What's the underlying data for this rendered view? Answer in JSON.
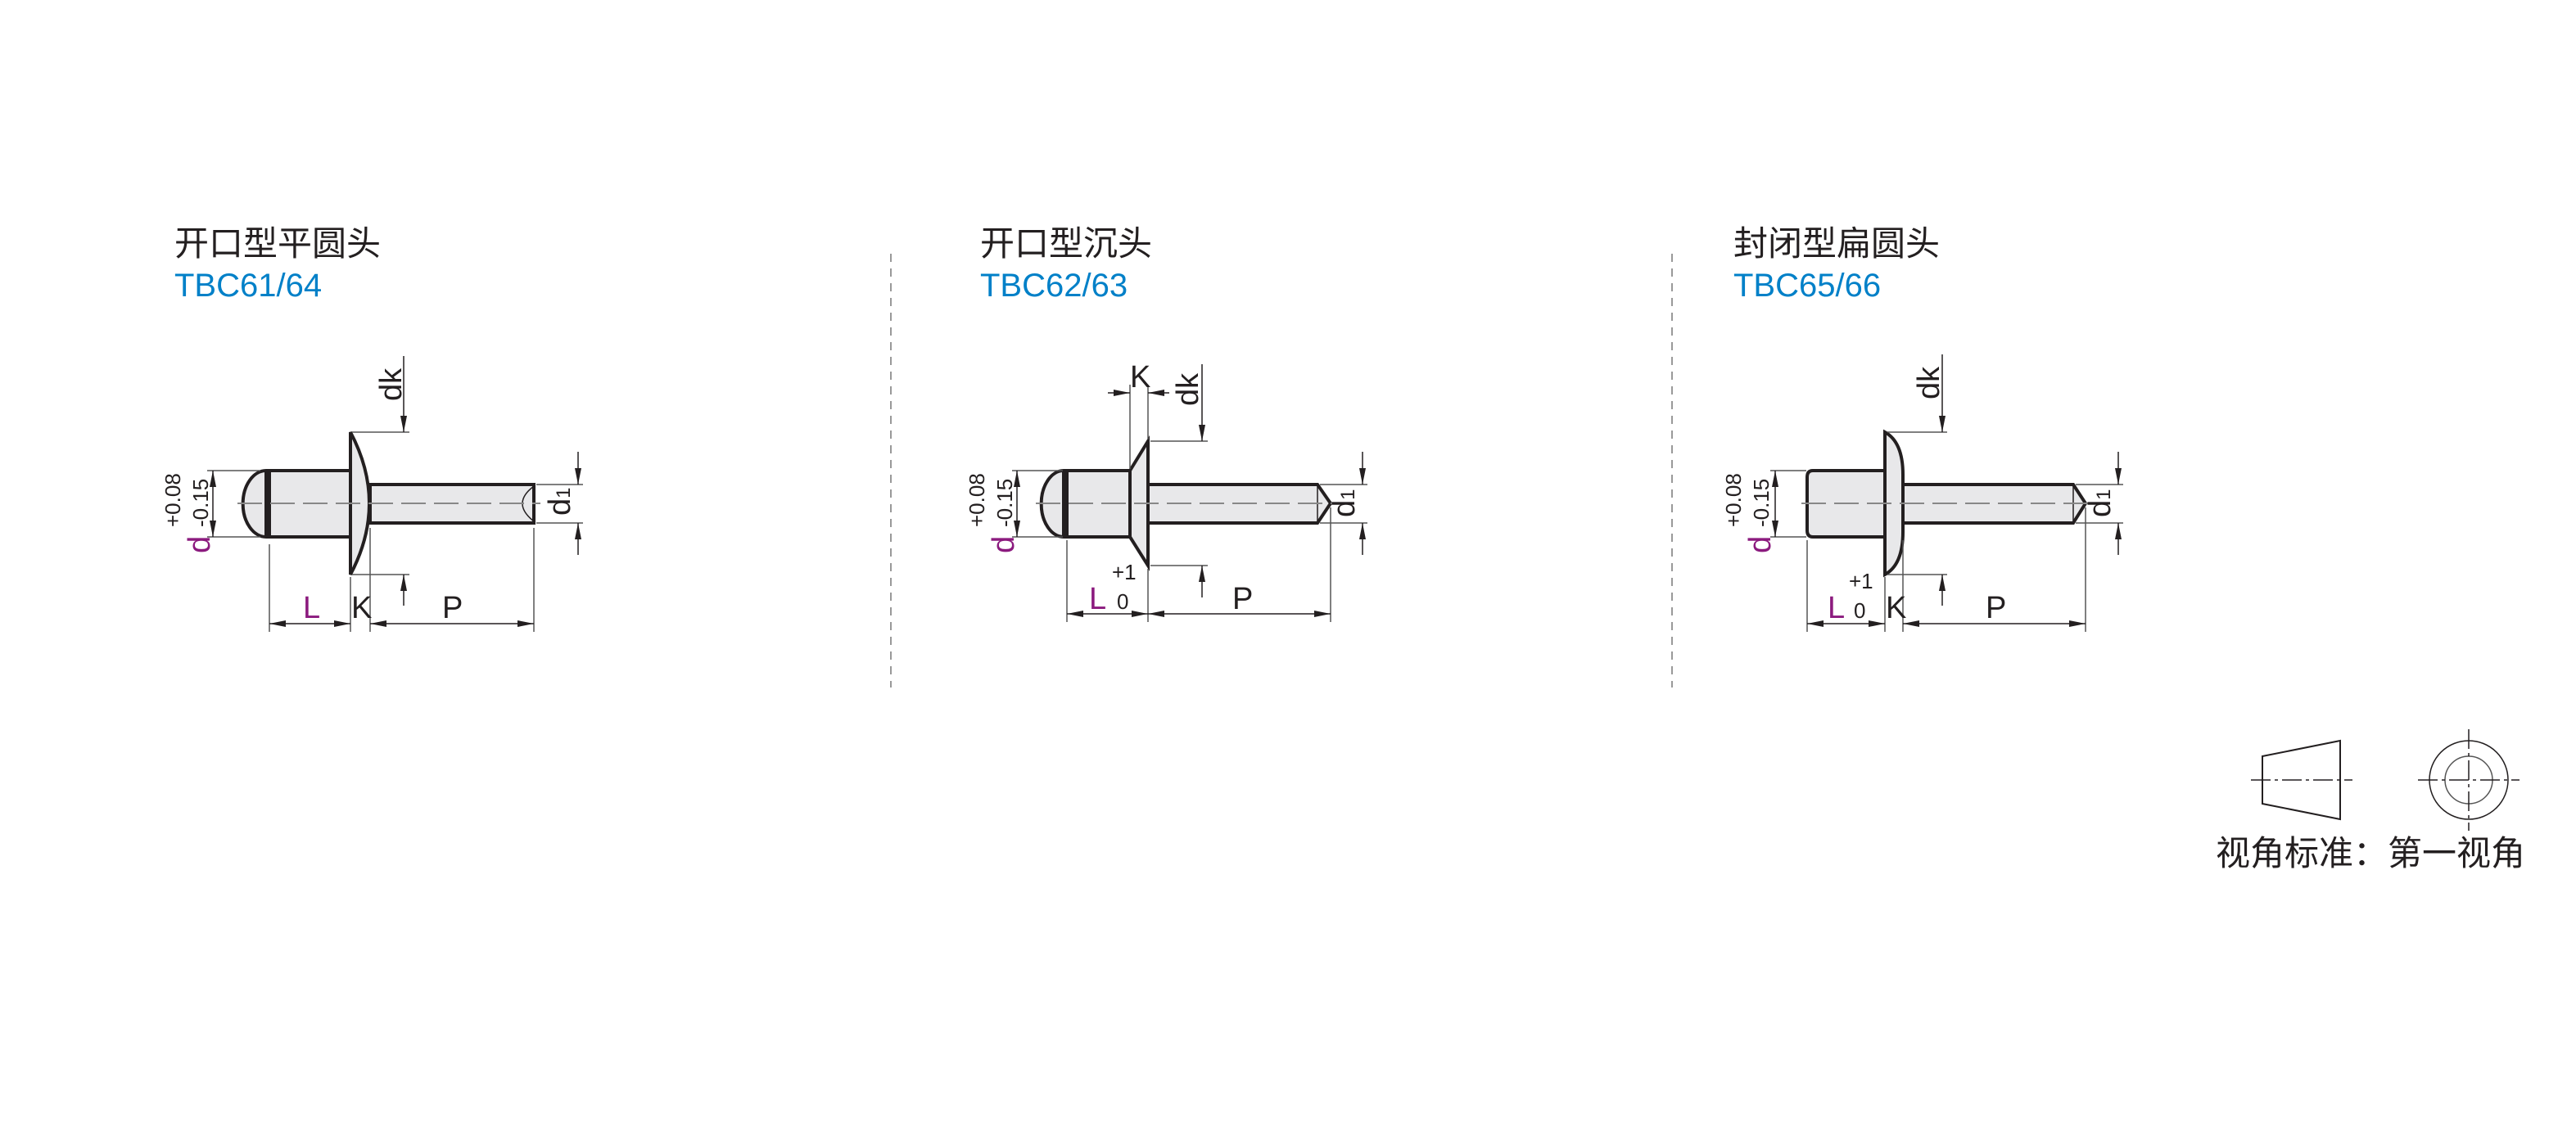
{
  "diagrams": [
    {
      "title": "开口型平圆头",
      "code": "TBC61/64"
    },
    {
      "title": "开口型沉头",
      "code": "TBC62/63"
    },
    {
      "title": "封闭型扁圆头",
      "code": "TBC65/66"
    }
  ],
  "dimensions": {
    "d": "d",
    "d_tol_upper": "+0.08",
    "d_tol_lower": "-0.15",
    "L": "L",
    "L_tol_upper": "+1",
    "L_tol_lower": "0",
    "K": "K",
    "P": "P",
    "dk": "dk",
    "d1": "d",
    "d1_sub": "1"
  },
  "legend": {
    "text": "视角标准：第一视角"
  },
  "colors": {
    "code": "#0080c8",
    "d_and_L": "#8b1a7e"
  }
}
